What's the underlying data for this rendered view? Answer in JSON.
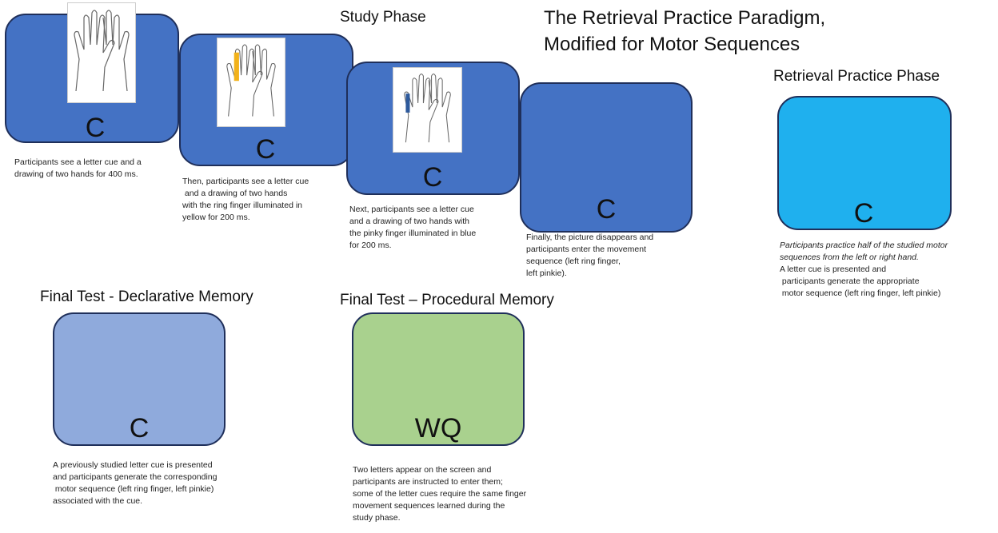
{
  "title": "The Retrieval Practice Paradigm,\nModified for Motor Sequences",
  "study_phase": {
    "label": "Study Phase",
    "steps": [
      {
        "cue": "C",
        "caption": "Participants see a letter cue and a\ndrawing of two hands for 400 ms."
      },
      {
        "cue": "C",
        "caption": "Then, participants see a letter cue\n and a drawing of two hands\nwith the ring finger illuminated in\nyellow for 200 ms."
      },
      {
        "cue": "C",
        "caption": "Next, participants see a letter cue\nand a drawing of two hands with\nthe pinky finger illuminated in blue\nfor 200 ms."
      },
      {
        "cue": "C",
        "caption": "Finally, the picture disappears and\nparticipants enter the movement\nsequence (left ring finger,\nleft pinkie)."
      }
    ]
  },
  "retrieval_phase": {
    "label": "Retrieval Practice Phase",
    "cue": "C",
    "caption_italic": "Participants practice half of the studied motor\nsequences from the left or right hand.",
    "caption": "A letter cue is presented and\n participants generate the appropriate\n motor sequence (left ring finger, left pinkie)"
  },
  "declarative": {
    "label": "Final Test - Declarative Memory",
    "cue": "C",
    "caption": "A previously studied letter cue is presented\nand participants generate the corresponding\n motor sequence (left ring finger, left pinkie)\nassociated with the cue."
  },
  "procedural": {
    "label": "Final Test – Procedural Memory",
    "cue": "WQ",
    "caption": "Two letters appear on the screen and\nparticipants are instructed to enter them;\nsome of the letter cues require the same finger\nmovement sequences learned during the\nstudy phase."
  },
  "colors": {
    "study": "#4472c4",
    "retrieval": "#1fb0ee",
    "declarative": "#8faadc",
    "procedural": "#a9d18e",
    "yellow": "#f2b21b",
    "blue_finger": "#2e5a9c"
  }
}
